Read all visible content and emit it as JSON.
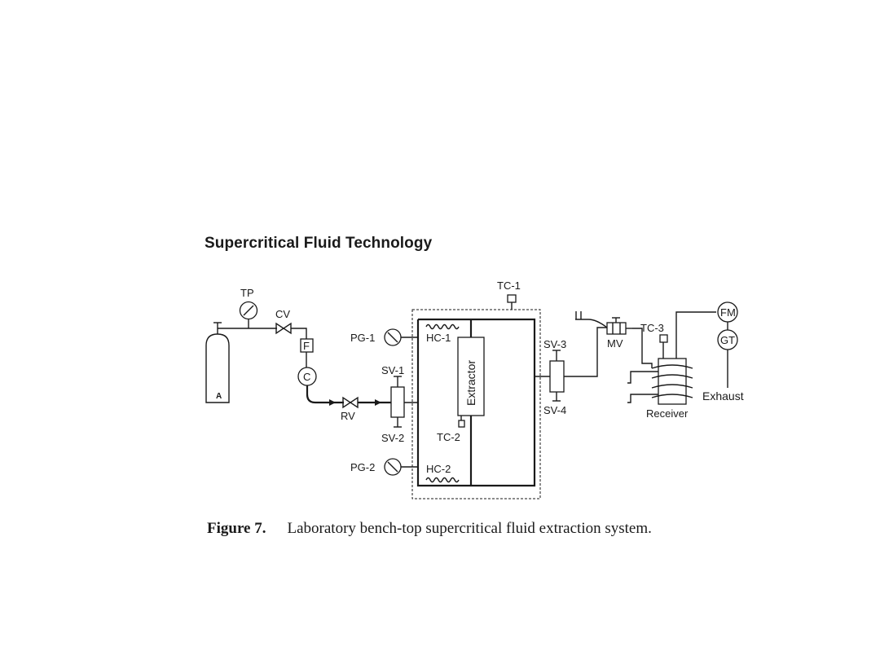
{
  "heading": "Supercritical Fluid Technology",
  "caption": {
    "figure_number": "Figure 7.",
    "text": "Laboratory bench-top supercritical fluid extraction system."
  },
  "labels": {
    "tp": "TP",
    "cv": "CV",
    "f": "F",
    "c": "C",
    "cylinder": "A",
    "rv": "RV",
    "pg1": "PG-1",
    "pg2": "PG-2",
    "sv1": "SV-1",
    "sv2": "SV-2",
    "sv3": "SV-3",
    "sv4": "SV-4",
    "hc1": "HC-1",
    "hc2": "HC-2",
    "tc1": "TC-1",
    "tc2": "TC-2",
    "tc3": "TC-3",
    "extractor": "Extractor",
    "mv": "MV",
    "receiver": "Receiver",
    "fm": "FM",
    "gt": "GT",
    "exhaust": "Exhaust"
  }
}
